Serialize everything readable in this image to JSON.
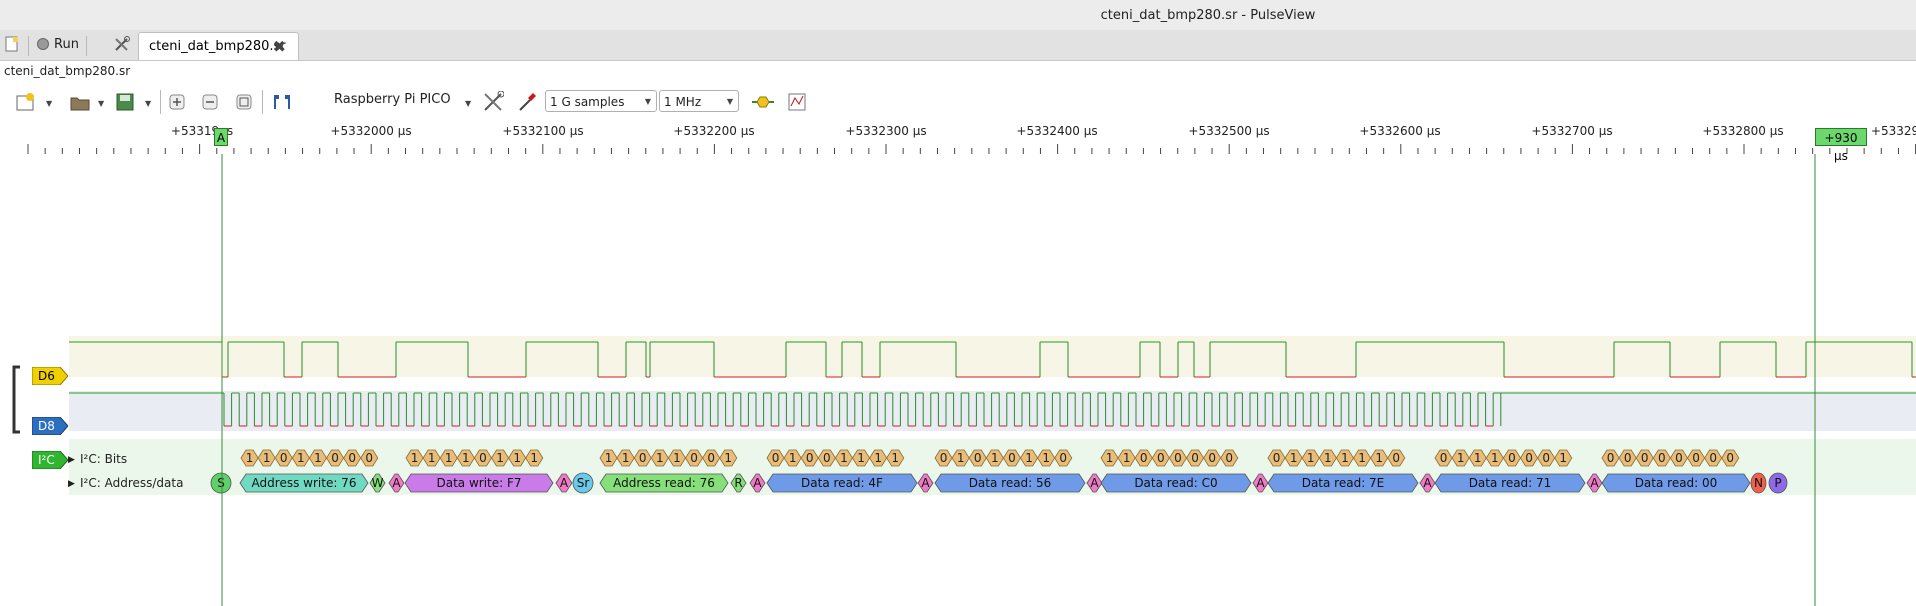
{
  "window": {
    "title": "cteni_dat_bmp280.sr - PulseView"
  },
  "tabbar": {
    "run_label": "Run",
    "doc_tab_label": "cteni_dat_bmp280.sr"
  },
  "file_label": "cteni_dat_bmp280.sr",
  "toolbar": {
    "device": "Raspberry Pi PICO",
    "samples": "1 G samples",
    "rate": "1 MHz"
  },
  "ruler": {
    "labels": [
      "+53319",
      "s",
      "+5332000 µs",
      "+5332100 µs",
      "+5332200 µs",
      "+5332300 µs",
      "+5332400 µs",
      "+5332500 µs",
      "+5332600 µs",
      "+5332700 µs",
      "+5332800 µs",
      "+53329"
    ],
    "cursor_a": "A",
    "cursor_b_delta": "+930 µs"
  },
  "channels": {
    "d6": "D6",
    "d8": "D8",
    "decoder_tag": "I²C",
    "bits_label": "I²C: Bits",
    "addr_label": "I²C: Address/data"
  },
  "bits": [
    {
      "bits": [
        "1",
        "1",
        "0",
        "1",
        "1",
        "0",
        "0"
      ],
      "tail": "0"
    },
    {
      "bits": [
        "1",
        "1",
        "1",
        "1",
        "0",
        "1",
        "1",
        "1"
      ]
    },
    {
      "bits": [
        "1",
        "1",
        "0",
        "1",
        "1",
        "0",
        "0"
      ],
      "tail": "1"
    },
    {
      "bits": [
        "0",
        "1",
        "0",
        "0",
        "1",
        "1",
        "1",
        "1"
      ]
    },
    {
      "bits": [
        "0",
        "1",
        "0",
        "1",
        "0",
        "1",
        "1",
        "0"
      ]
    },
    {
      "bits": [
        "1",
        "1",
        "0",
        "0",
        "0",
        "0",
        "0",
        "0"
      ]
    },
    {
      "bits": [
        "0",
        "1",
        "1",
        "1",
        "1",
        "1",
        "1",
        "0"
      ]
    },
    {
      "bits": [
        "0",
        "1",
        "1",
        "1",
        "0",
        "0",
        "0",
        "1"
      ]
    },
    {
      "bits": [
        "0",
        "0",
        "0",
        "0",
        "0",
        "0",
        "0",
        "0"
      ]
    }
  ],
  "annotations": [
    {
      "text": "S",
      "kind": "start"
    },
    {
      "text": "Address write: 76",
      "kind": "addrw"
    },
    {
      "text": "W",
      "kind": "rw"
    },
    {
      "text": "A",
      "kind": "ack"
    },
    {
      "text": "Data write: F7",
      "kind": "dataw"
    },
    {
      "text": "A",
      "kind": "ack"
    },
    {
      "text": "Sr",
      "kind": "restart"
    },
    {
      "text": "Address read: 76",
      "kind": "addrr"
    },
    {
      "text": "R",
      "kind": "rw"
    },
    {
      "text": "A",
      "kind": "ack"
    },
    {
      "text": "Data read: 4F",
      "kind": "datar"
    },
    {
      "text": "A",
      "kind": "ack"
    },
    {
      "text": "Data read: 56",
      "kind": "datar"
    },
    {
      "text": "A",
      "kind": "ack"
    },
    {
      "text": "Data read: C0",
      "kind": "datar"
    },
    {
      "text": "A",
      "kind": "ack"
    },
    {
      "text": "Data read: 7E",
      "kind": "datar"
    },
    {
      "text": "A",
      "kind": "ack"
    },
    {
      "text": "Data read: 71",
      "kind": "datar"
    },
    {
      "text": "A",
      "kind": "ack"
    },
    {
      "text": "Data read: 00",
      "kind": "datar"
    },
    {
      "text": "N",
      "kind": "nack"
    },
    {
      "text": "P",
      "kind": "stop"
    }
  ],
  "colors": {
    "d6": "#f0d000",
    "d8": "#2c6fc0",
    "decoder": "#2fb52f",
    "bits": "#e8bd7a",
    "addrw": "#70d9c2",
    "dataw": "#c97be8",
    "addrr": "#86e07a",
    "datar": "#6f9ae8",
    "ack": "#f07ac8",
    "nack": "#f0604f",
    "stop": "#8d6ae8",
    "restart": "#6ac8e8",
    "rw": "#86e07a",
    "start": "#5fcf6a",
    "wave_high": "#22a022",
    "wave_low": "#d02020"
  }
}
